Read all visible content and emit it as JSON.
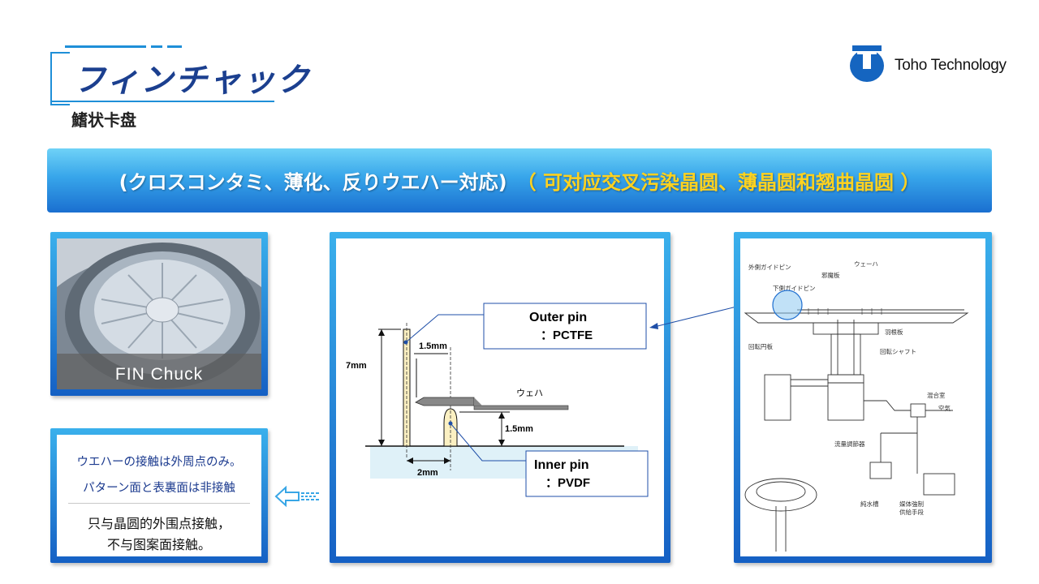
{
  "header": {
    "title_jp": "フィンチャック",
    "title_cn": "鰭状卡盘"
  },
  "logo": {
    "text": "Toho Technology",
    "color": "#1565c0"
  },
  "banner": {
    "text_jp": "(クロスコンタミ、薄化、反りウエハー対応)",
    "text_cn": "（ 可对应交叉污染晶圆、薄晶圆和翘曲晶圆 ）",
    "jp_color": "#ffffff",
    "cn_color": "#ffd21f"
  },
  "photo": {
    "caption": "FIN Chuck"
  },
  "text_panel": {
    "line1": "ウエハーの接触は外周点のみ。",
    "line2": "パターン面と表裏面は非接触",
    "line3": "只与晶圆的外围点接触，",
    "line4": "不与图案面接触。"
  },
  "diagram": {
    "outer_pin_label": "Outer pin",
    "outer_pin_material": "：PCTFE",
    "inner_pin_label": "Inner pin",
    "inner_pin_material": "：PVDF",
    "dim_height": "7mm",
    "dim_gap": "1.5mm",
    "dim_inner_height": "1.5mm",
    "dim_width": "2mm",
    "wafer_label": "ウェハ"
  },
  "schematic": {
    "labels": {
      "outer_guide_pin": "外側ガイドピン",
      "inner_guide_pin": "下側ガイドピン",
      "baffle": "邪魔板",
      "wafer": "ウェーハ",
      "rotary_disk": "回転円板",
      "blade_plate": "羽根板",
      "rotary_shaft": "回転シャフト",
      "mixing_chamber": "混合室",
      "air": "空気",
      "flow_regulator": "流量調節器",
      "pure_water": "純水槽",
      "medium_supply_1": "媒体強制",
      "medium_supply_2": "供給手段"
    }
  }
}
